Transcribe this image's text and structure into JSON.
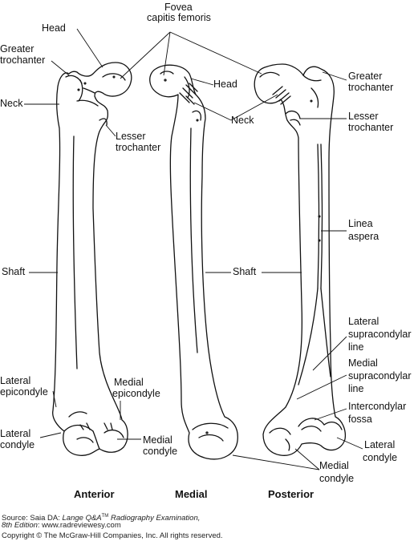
{
  "labels": {
    "fovea_1": "Fovea",
    "fovea_2": "capitis femoris",
    "head_anterior": "Head",
    "greater_troch_left_1": "Greater",
    "greater_troch_left_2": "trochanter",
    "neck_anterior": "Neck",
    "lesser_troch_left_1": "Lesser",
    "lesser_troch_left_2": "trochanter",
    "shaft_left": "Shaft",
    "lateral_epicondyle_1": "Lateral",
    "lateral_epicondyle_2": "epicondyle",
    "lateral_condyle_left_1": "Lateral",
    "lateral_condyle_left_2": "condyle",
    "medial_epicondyle_1": "Medial",
    "medial_epicondyle_2": "epicondyle",
    "medial_condyle_mid_1": "Medial",
    "medial_condyle_mid_2": "condyle",
    "head_medial": "Head",
    "neck_medial": "Neck",
    "shaft_right": "Shaft",
    "greater_troch_right_1": "Greater",
    "greater_troch_right_2": "trochanter",
    "lesser_troch_right_1": "Lesser",
    "lesser_troch_right_2": "trochanter",
    "linea_aspera_1": "Linea",
    "linea_aspera_2": "aspera",
    "lat_supracondylar_1": "Lateral",
    "lat_supracondylar_2": "supracondylar",
    "lat_supracondylar_3": "line",
    "med_supracondylar_1": "Medial",
    "med_supracondylar_2": "supracondylar",
    "med_supracondylar_3": "line",
    "intercondylar_1": "Intercondylar",
    "intercondylar_2": "fossa",
    "lateral_condyle_right_1": "Lateral",
    "lateral_condyle_right_2": "condyle",
    "medial_condyle_bottom_1": "Medial",
    "medial_condyle_bottom_2": "condyle"
  },
  "views": {
    "anterior": "Anterior",
    "medial": "Medial",
    "posterior": "Posterior"
  },
  "footer": {
    "source_prefix": "Source: Saia DA: ",
    "source_title": "Lange Q&A",
    "source_tm": "TM",
    "source_title_rest": " Radiography Examination,",
    "edition": "8th Edition",
    "edition_rest": ": www.radreviewesy.com",
    "copyright": "Copyright © The McGraw-Hill Companies, Inc. All rights reserved."
  }
}
